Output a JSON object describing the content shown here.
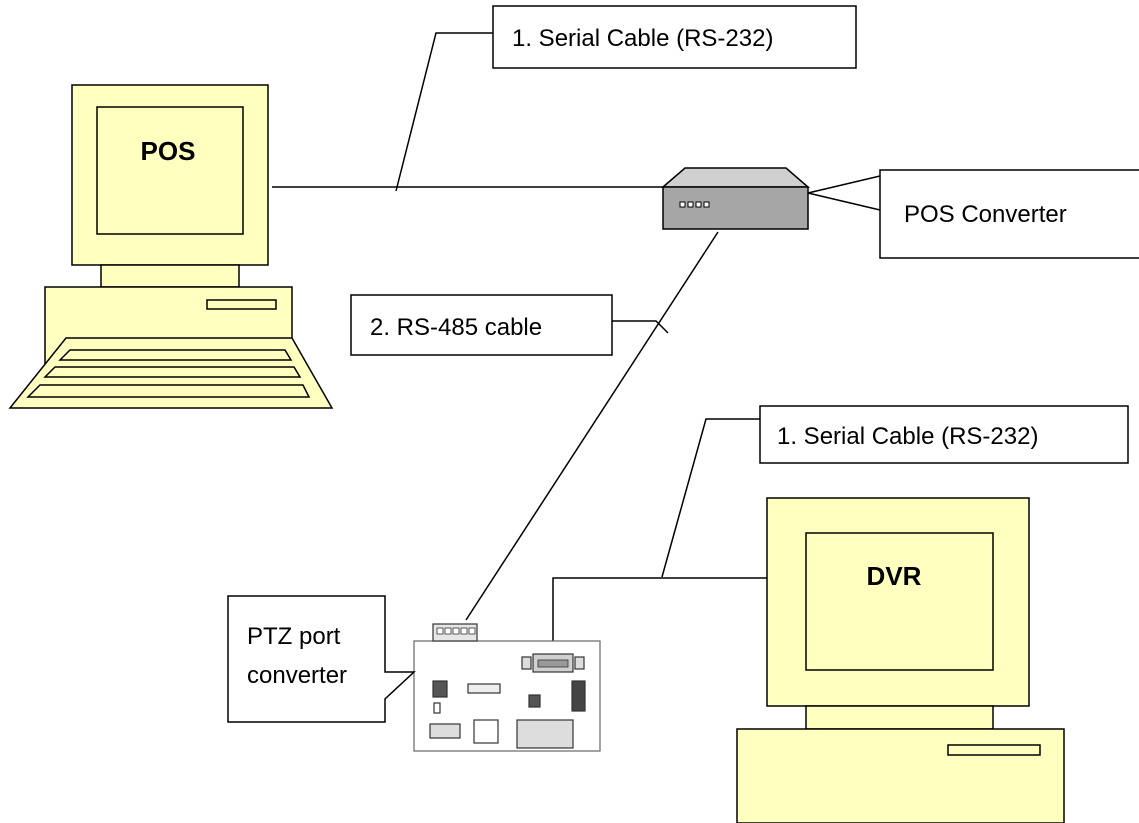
{
  "labels": {
    "serial_cable_top": "1. Serial Cable (RS-232)",
    "pos_converter": "POS Converter",
    "rs485_cable": "2. RS-485 cable",
    "serial_cable_dvr": "1. Serial Cable (RS-232)",
    "ptz_line1": "PTZ  port",
    "ptz_line2": "converter"
  },
  "devices": {
    "pos_title": "POS",
    "dvr_title": "DVR"
  },
  "colors": {
    "computer_fill": "#FFFFC0",
    "converter_fill": "#A6A6A6",
    "converter_top": "#D0D0D0",
    "outline": "#000000"
  }
}
